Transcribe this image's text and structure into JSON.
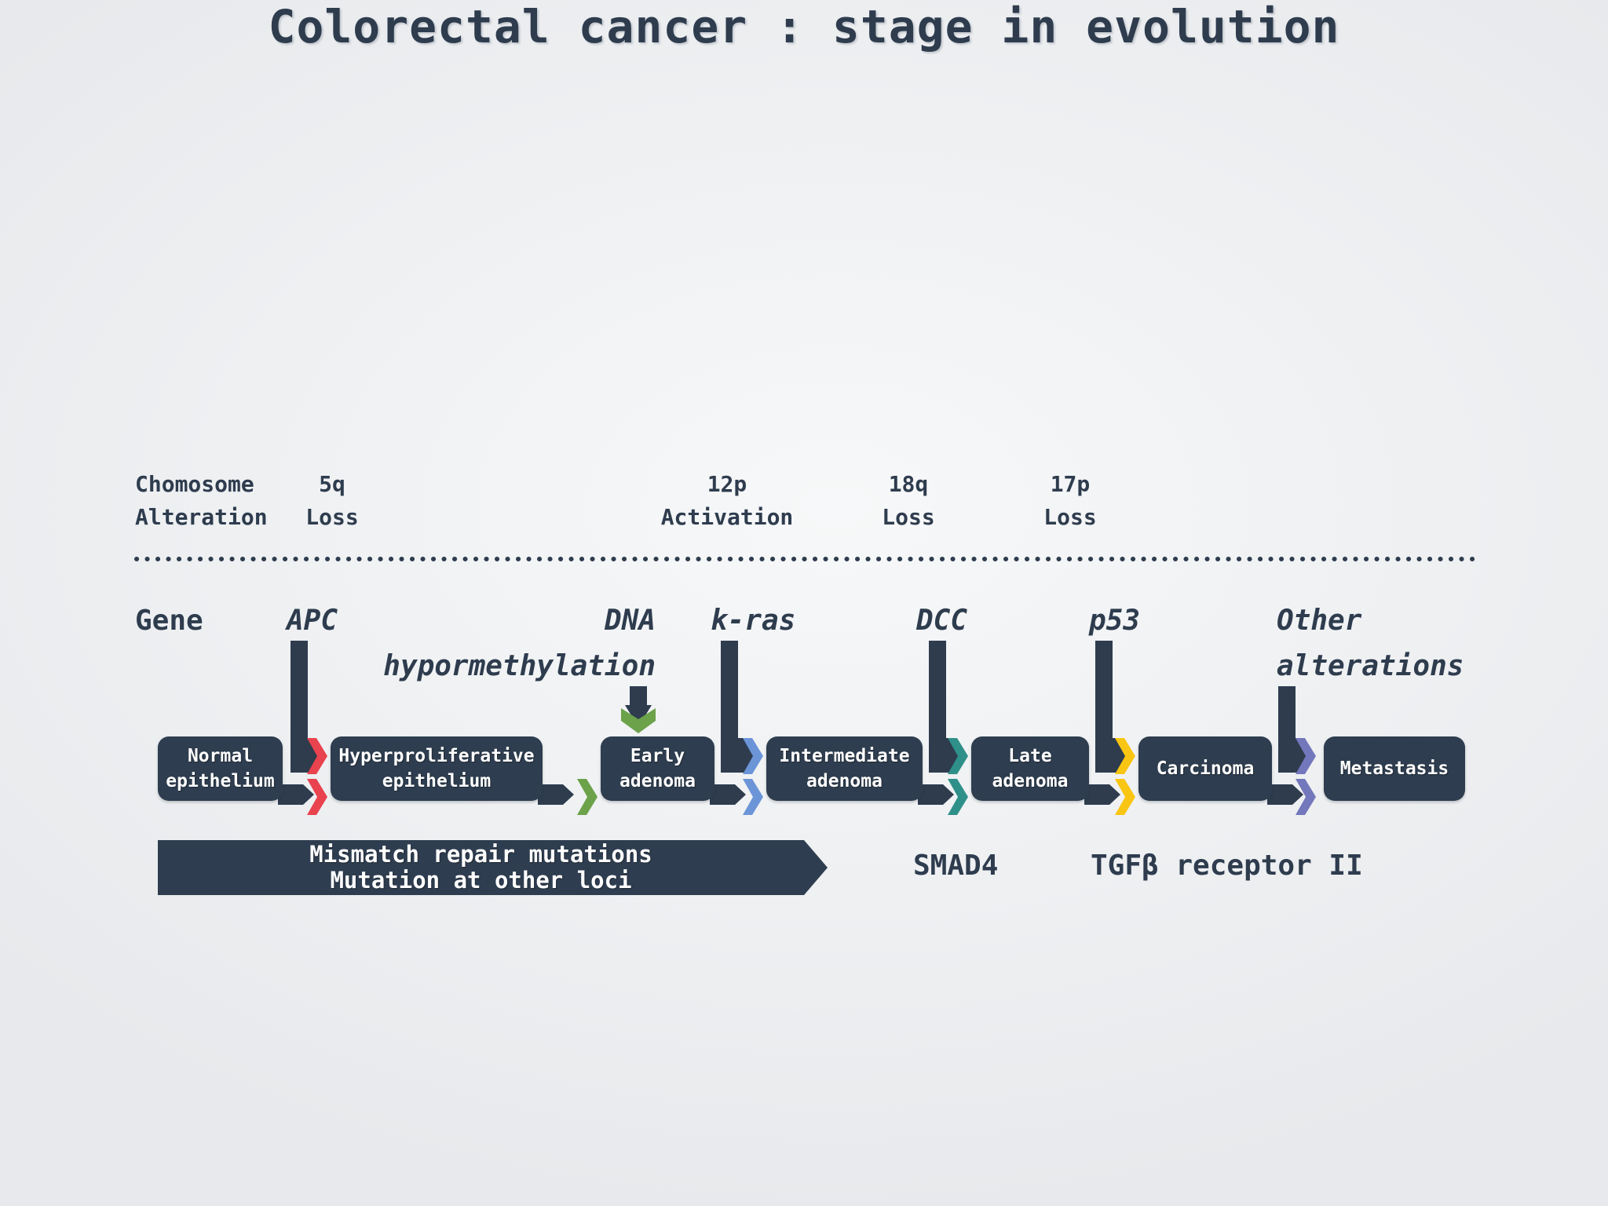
{
  "title": "Colorectal cancer : stage in evolution",
  "colors": {
    "ink": "#2e3c4e",
    "box_fill": "#2e3d4f",
    "box_text": "#ffffff",
    "arrow_red": "#e8434e",
    "arrow_green": "#6ba24a",
    "arrow_blue": "#6c95d8",
    "arrow_teal": "#2f9089",
    "arrow_yellow": "#f9c513",
    "arrow_purple": "#7377bb"
  },
  "chromosome_row": {
    "header": {
      "line1": "Chomosome",
      "line2": "Alteration"
    },
    "items": [
      {
        "line1": "5q",
        "line2": "Loss"
      },
      {
        "line1": "12p",
        "line2": "Activation"
      },
      {
        "line1": "18q",
        "line2": "Loss"
      },
      {
        "line1": "17p",
        "line2": "Loss"
      }
    ]
  },
  "gene_row": {
    "header": "Gene",
    "genes": [
      {
        "line1": "APC",
        "line2": ""
      },
      {
        "line1": "DNA",
        "line2": "hypormethylation"
      },
      {
        "line1": "k-ras",
        "line2": ""
      },
      {
        "line1": "DCC",
        "line2": ""
      },
      {
        "line1": "p53",
        "line2": ""
      },
      {
        "line1": "Other",
        "line2": "alterations"
      }
    ]
  },
  "stages": [
    {
      "line1": "Normal",
      "line2": "epithelium"
    },
    {
      "line1": "Hyperproliferative",
      "line2": "epithelium"
    },
    {
      "line1": "Early",
      "line2": "adenoma"
    },
    {
      "line1": "Intermediate",
      "line2": "adenoma"
    },
    {
      "line1": "Late",
      "line2": "adenoma"
    },
    {
      "line1": "Carcinoma",
      "line2": ""
    },
    {
      "line1": "Metastasis",
      "line2": ""
    }
  ],
  "banner": {
    "line1": "Mismatch repair mutations",
    "line2": "Mutation at other loci"
  },
  "late_genes": [
    {
      "label": "SMAD4"
    },
    {
      "label": "TGFβ receptor II"
    }
  ]
}
